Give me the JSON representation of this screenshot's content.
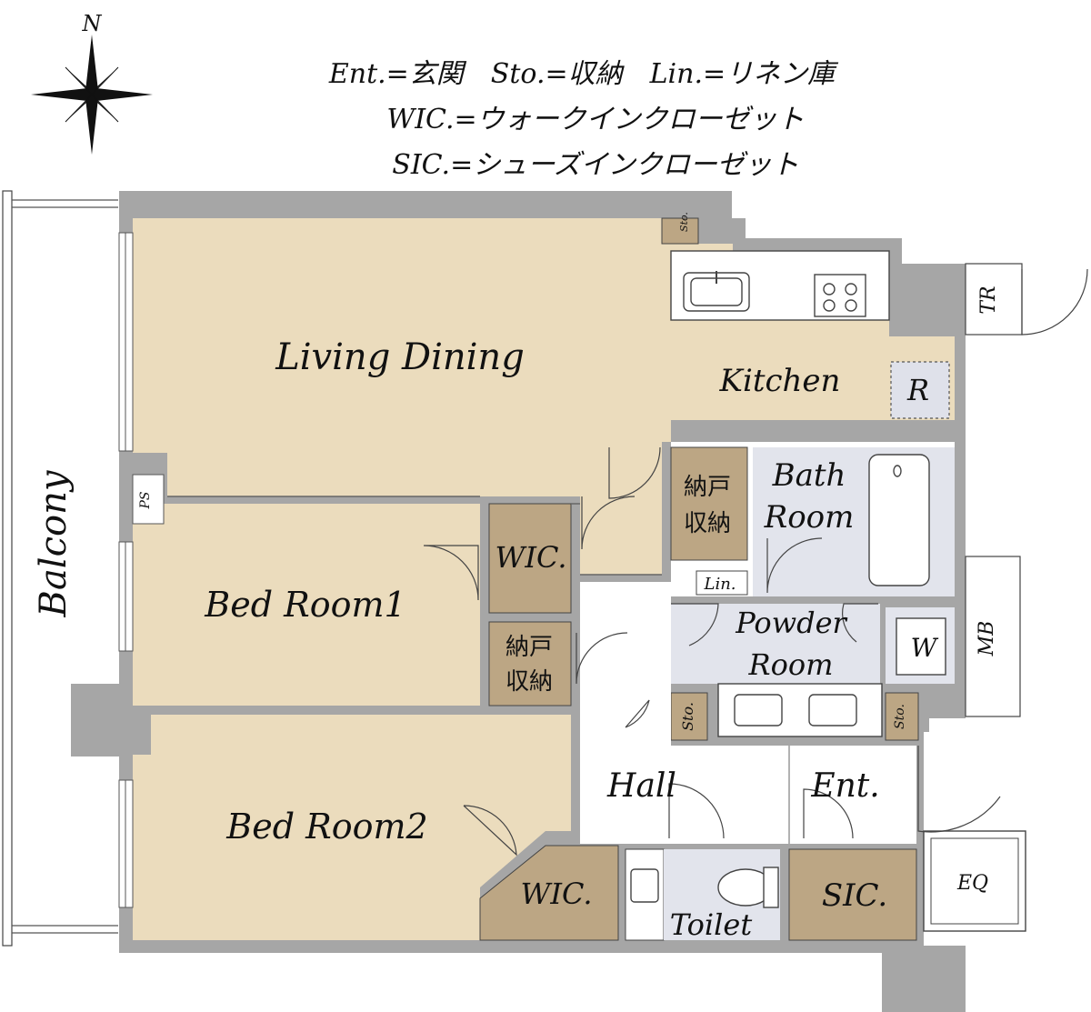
{
  "compass": {
    "north": "N"
  },
  "legend": {
    "line1": "Ent.=玄関　Sto.=収納　Lin.=リネン庫",
    "line2": "WIC.=ウォークインクローゼット",
    "line3": "SIC.=シューズインクローゼット"
  },
  "rooms": {
    "living_dining": "Living Dining",
    "kitchen": "Kitchen",
    "refrigerator": "R",
    "bath_line1": "Bath",
    "bath_line2": "Room",
    "nando1_line1": "納戸",
    "nando1_line2": "収納",
    "nando2_line1": "納戸",
    "nando2_line2": "収納",
    "wic1": "WIC.",
    "wic2": "WIC.",
    "bedroom1": "Bed Room1",
    "bedroom2": "Bed Room2",
    "powder_line1": "Powder",
    "powder_line2": "Room",
    "linen": "Lin.",
    "washer": "W",
    "sto_top": "Sto.",
    "sto_left": "Sto.",
    "sto_right": "Sto.",
    "hall": "Hall",
    "entrance": "Ent.",
    "sic": "SIC.",
    "toilet": "Toilet",
    "ps": "PS",
    "tr": "TR",
    "mb": "MB",
    "eq": "EQ",
    "balcony": "Balcony"
  },
  "colors": {
    "wall": "#a6a6a6",
    "wood_floor": "#ebdcbd",
    "storage": "#bca684",
    "wet_area": "#e2e4ec"
  }
}
